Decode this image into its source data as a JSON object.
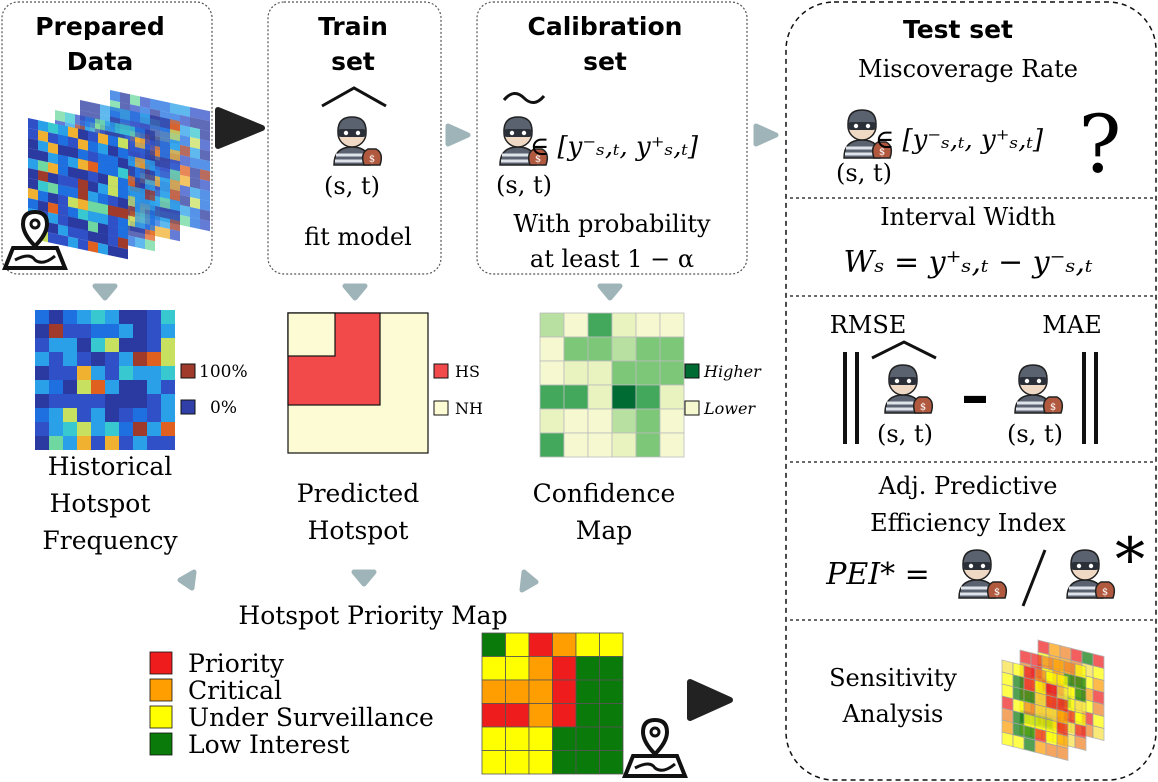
{
  "boxes": {
    "prepared": {
      "title_line1": "Prepared",
      "title_line2": "Data"
    },
    "train": {
      "title_line1": "Train",
      "title_line2": "set",
      "st": "(s, t)",
      "caption": "fit model"
    },
    "calib": {
      "title_line1": "Calibration",
      "title_line2": "set",
      "st": "(s, t)",
      "interval": "∈ [y⁻ₛ,ₜ, y⁺ₛ,ₜ]",
      "prob_line1": "With probability",
      "prob_line2": "at least 1 − α"
    }
  },
  "test": {
    "title": "Test set",
    "miscoverage": {
      "label": "Miscoverage Rate",
      "st": "(s, t)",
      "interval": "∈ [y⁻ₛ,ₜ, y⁺ₛ,ₜ]",
      "question": "?"
    },
    "width": {
      "label": "Interval Width",
      "formula": "Wₛ = y⁺ₛ,ₜ − y⁻ₛ,ₜ"
    },
    "errors": {
      "rmse": "RMSE",
      "mae": "MAE",
      "st_left": "(s, t)",
      "st_right": "(s, t)",
      "minus": "–"
    },
    "pei": {
      "label_line1": "Adj. Predictive",
      "label_line2": "Efficiency Index",
      "formula": "PEI* =",
      "star": "*"
    },
    "sensitivity": {
      "line1": "Sensitivity",
      "line2": "Analysis"
    }
  },
  "maps": {
    "historical": {
      "line1": "Historical",
      "line2": "Hotspot",
      "line3": "Frequency",
      "legend_high": "100%",
      "legend_low": "0%"
    },
    "predicted": {
      "line1": "Predicted",
      "line2": "Hotspot",
      "legend_hs": "HS",
      "legend_nh": "NH"
    },
    "confidence": {
      "line1": "Confidence",
      "line2": "Map",
      "legend_high": "Higher",
      "legend_low": "Lower"
    }
  },
  "priority": {
    "title": "Hotspot Priority Map",
    "legend": [
      {
        "label": "Priority",
        "color": "#ee1c1c"
      },
      {
        "label": "Critical",
        "color": "#ff9e00"
      },
      {
        "label": "Under Surveillance",
        "color": "#ffff00"
      },
      {
        "label": "Low Interest",
        "color": "#0a7a0a"
      }
    ]
  },
  "colors": {
    "arrow": "#9fb4b8",
    "dark_arrow": "#222222",
    "hs_red": "#f24a4a",
    "nh_cream": "#fdfbd4",
    "green_high": "#006b33",
    "green_low": "#f6f9d0"
  }
}
